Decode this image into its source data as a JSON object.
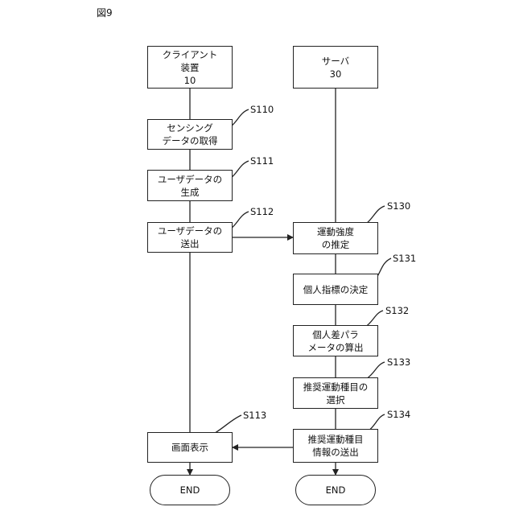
{
  "figure_title": "図9",
  "client": {
    "name_line1": "クライアント",
    "name_line2": "装置",
    "ref": "10"
  },
  "server": {
    "name": "サーバ",
    "ref": "30"
  },
  "client_steps": [
    {
      "id": "S110",
      "line1": "センシング",
      "line2": "データの取得"
    },
    {
      "id": "S111",
      "line1": "ユーザデータの",
      "line2": "生成"
    },
    {
      "id": "S112",
      "line1": "ユーザデータの",
      "line2": "送出"
    },
    {
      "id": "S113",
      "line1": "画面表示",
      "line2": ""
    }
  ],
  "server_steps": [
    {
      "id": "S130",
      "line1": "運動強度",
      "line2": "の推定"
    },
    {
      "id": "S131",
      "line1": "個人指標の決定",
      "line2": ""
    },
    {
      "id": "S132",
      "line1": "個人差パラ",
      "line2": "メータの算出"
    },
    {
      "id": "S133",
      "line1": "推奨運動種目の",
      "line2": "選択"
    },
    {
      "id": "S134",
      "line1": "推奨運動種目",
      "line2": "情報の送出"
    }
  ],
  "end_label": "END"
}
